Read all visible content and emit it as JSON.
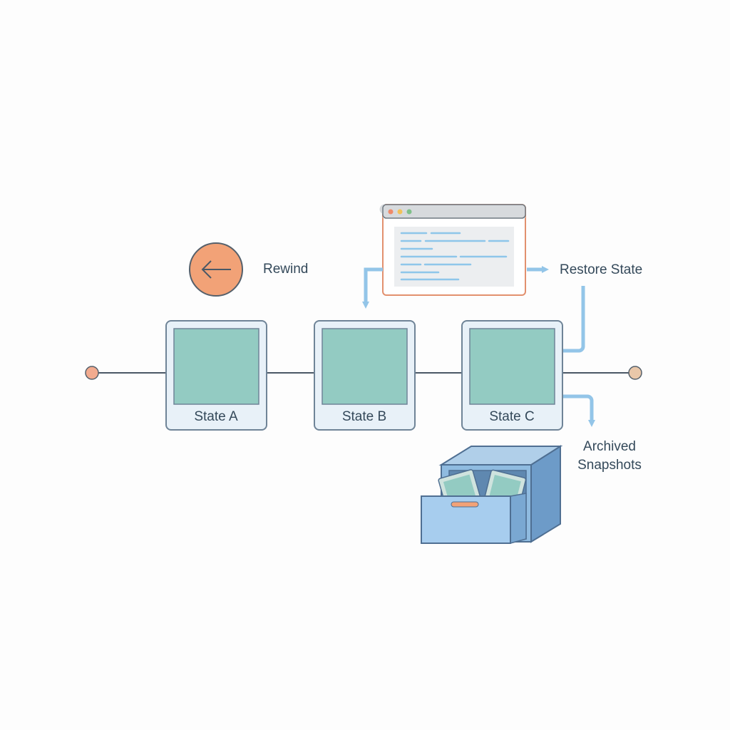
{
  "rewind": {
    "label": "Rewind",
    "icon": "arrow-left-icon"
  },
  "restore": {
    "label": "Restore State"
  },
  "states": [
    {
      "label": "State A"
    },
    {
      "label": "State B"
    },
    {
      "label": "State C"
    }
  ],
  "archive": {
    "line1": "Archived",
    "line2": "Snapshots",
    "icon": "filing-cabinet-icon"
  },
  "colors": {
    "timeline": "#4a5866",
    "node_fill": "#f2ab8f",
    "state_fill": "#93cbc2",
    "state_frame": "#e8f1f8",
    "state_border": "#6f8497",
    "rewind_fill": "#f2a277",
    "rewind_border": "#55606b",
    "arrow_blue": "#93c5e8",
    "window_border": "#e2906e",
    "cabinet_blue": "#8fbbe0",
    "cabinet_dark": "#6d9bc8",
    "handle": "#f2a277"
  }
}
